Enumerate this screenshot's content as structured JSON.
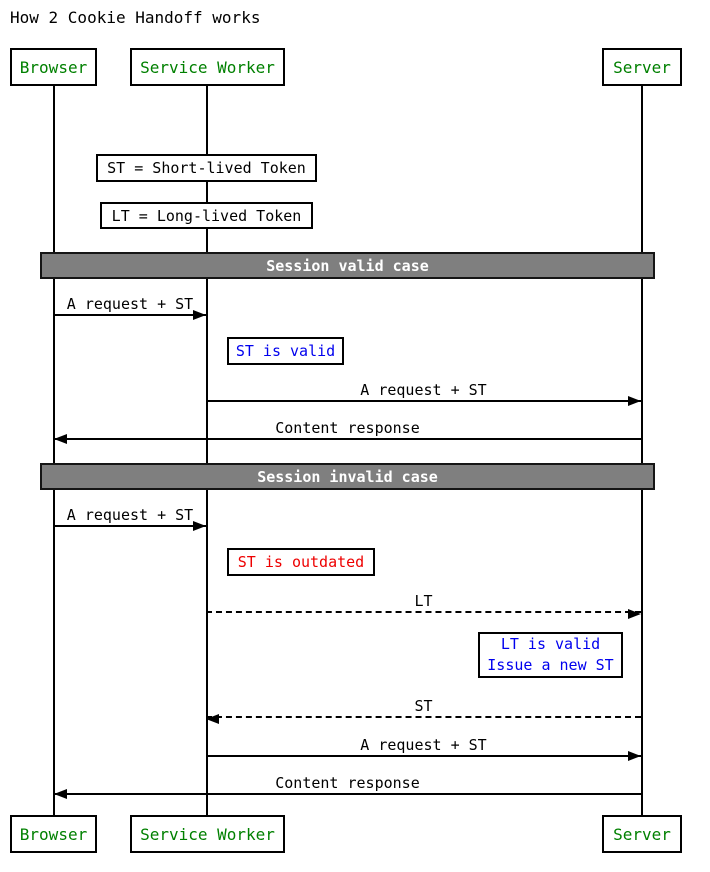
{
  "title": "How 2 Cookie Handoff works",
  "actors": {
    "browser": "Browser",
    "service_worker": "Service Worker",
    "server": "Server"
  },
  "legend_notes": [
    {
      "text": "ST = Short-lived Token"
    },
    {
      "text": "LT = Long-lived Token"
    }
  ],
  "sections": [
    {
      "title": "Session valid case"
    },
    {
      "title": "Session invalid case"
    }
  ],
  "messages": [
    {
      "label": "A request + ST",
      "from": "Browser",
      "to": "Service Worker",
      "line": "solid"
    },
    {
      "label": "A request + ST",
      "from": "Service Worker",
      "to": "Server",
      "line": "solid"
    },
    {
      "label": "Content response",
      "from": "Server",
      "to": "Browser",
      "line": "solid"
    },
    {
      "label": "A request + ST",
      "from": "Browser",
      "to": "Service Worker",
      "line": "solid"
    },
    {
      "label": "LT",
      "from": "Service Worker",
      "to": "Server",
      "line": "dashed"
    },
    {
      "label": "ST",
      "from": "Server",
      "to": "Service Worker",
      "line": "dashed"
    },
    {
      "label": "A request + ST",
      "from": "Service Worker",
      "to": "Server",
      "line": "solid"
    },
    {
      "label": "Content response",
      "from": "Server",
      "to": "Browser",
      "line": "solid"
    }
  ],
  "state_notes": [
    {
      "lines": [
        "ST is valid"
      ],
      "color": "#0000ee"
    },
    {
      "lines": [
        "ST is outdated"
      ],
      "color": "#ee0000"
    },
    {
      "lines": [
        "LT is valid",
        "Issue a new ST"
      ],
      "color": "#0000ee"
    }
  ],
  "colors": {
    "actor_text": "#008000",
    "note_valid_text": "#0000ee",
    "note_error_text": "#ee0000",
    "section_band_fill": "#7f7f7f",
    "section_band_text": "#ffffff",
    "line_color": "#000000"
  }
}
